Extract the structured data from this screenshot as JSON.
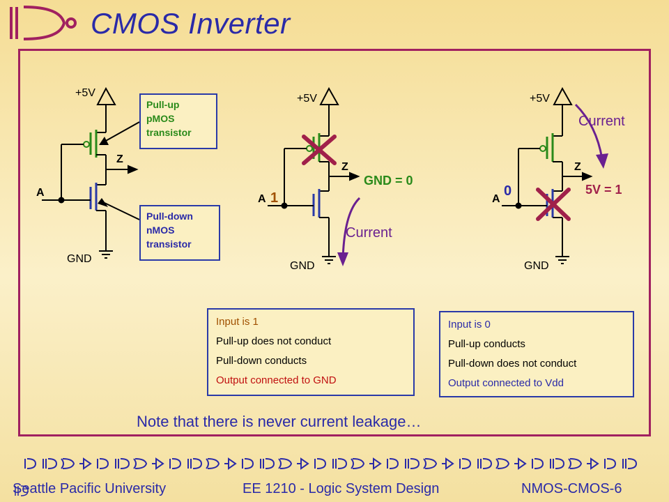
{
  "slide": {
    "title": "CMOS Inverter",
    "note": "Note that there is never current leakage…"
  },
  "circuit1": {
    "vdd": "+5V",
    "gnd": "GND",
    "input": "A",
    "output": "Z",
    "pullup_box": [
      "Pull-up",
      "pMOS",
      "transistor"
    ],
    "pulldown_box": [
      "Pull-down",
      "nMOS",
      "transistor"
    ]
  },
  "circuit2": {
    "vdd": "+5V",
    "gnd": "GND",
    "input": "A",
    "output": "Z",
    "input_value": "1",
    "output_value": "GND = 0",
    "current": "Current"
  },
  "circuit3": {
    "vdd": "+5V",
    "gnd": "GND",
    "input": "A",
    "output": "Z",
    "input_value": "0",
    "output_value": "5V = 1",
    "current": "Current"
  },
  "info1": {
    "lines": [
      "Input is 1",
      "Pull-up does not conduct",
      "Pull-down conducts",
      "Output connected to GND"
    ],
    "colors": [
      "#a05000",
      "#000000",
      "#000000",
      "#c01010"
    ]
  },
  "info2": {
    "lines": [
      "Input is 0",
      "Pull-up conducts",
      "Pull-down does not conduct",
      "Output connected to Vdd"
    ],
    "colors": [
      "#2a2aa8",
      "#000000",
      "#000000",
      "#2a2aa8"
    ]
  },
  "footer": {
    "university": "Seattle  Pacific University",
    "course": "EE 1210 - Logic System Design",
    "slide_id": "NMOS-CMOS-6"
  },
  "colors": {
    "title": "#2a2aa8",
    "frame": "#a02060",
    "green": "#2a8a1a",
    "red_x": "#a0204a",
    "current": "#6a2090"
  }
}
